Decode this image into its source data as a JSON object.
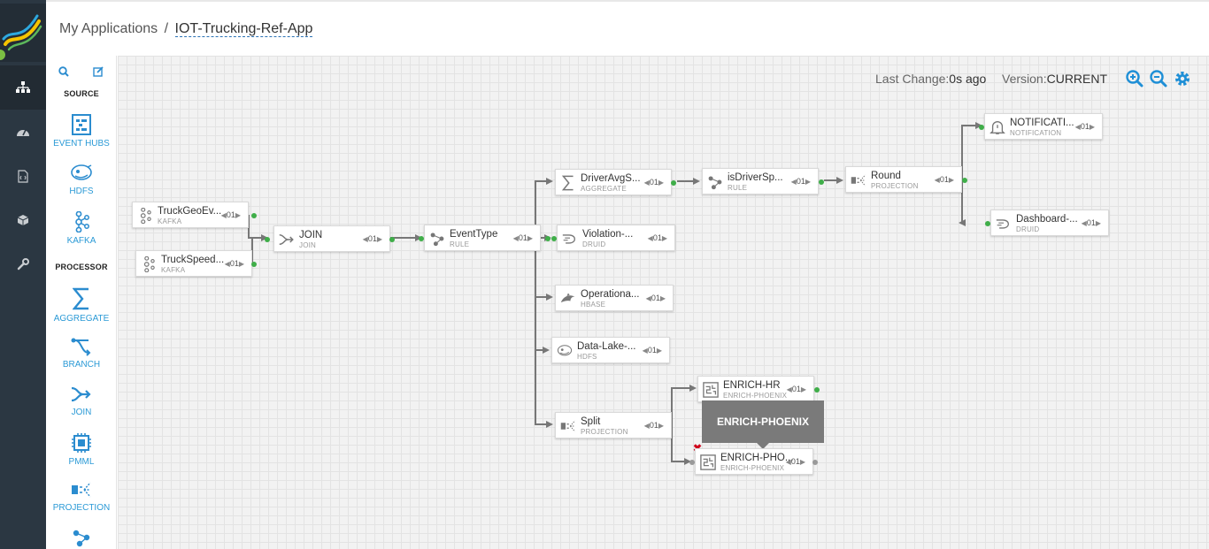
{
  "header": {
    "breadcrumb_root": "My Applications",
    "separator": "/",
    "app_name": "IOT-Trucking-Ref-App"
  },
  "canvas": {
    "last_change_label": "Last Change:",
    "last_change_value": "0s ago",
    "version_label": "Version:",
    "version_value": "CURRENT"
  },
  "palette": {
    "source_title": "SOURCE",
    "processor_title": "PROCESSOR",
    "sources": [
      {
        "label": "EVENT HUBS",
        "icon": "event-hubs-icon"
      },
      {
        "label": "HDFS",
        "icon": "hdfs-icon"
      },
      {
        "label": "KAFKA",
        "icon": "kafka-icon"
      }
    ],
    "processors": [
      {
        "label": "AGGREGATE",
        "icon": "aggregate-icon"
      },
      {
        "label": "BRANCH",
        "icon": "branch-icon"
      },
      {
        "label": "JOIN",
        "icon": "join-icon"
      },
      {
        "label": "PMML",
        "icon": "pmml-icon"
      },
      {
        "label": "PROJECTION",
        "icon": "projection-icon"
      }
    ]
  },
  "nodes": {
    "truckgeo": {
      "title": "TruckGeoEv...",
      "type": "KAFKA",
      "par": "01"
    },
    "truckspeed": {
      "title": "TruckSpeed...",
      "type": "KAFKA",
      "par": "01"
    },
    "join": {
      "title": "JOIN",
      "type": "JOIN",
      "par": "01"
    },
    "eventtype": {
      "title": "EventType",
      "type": "RULE",
      "par": "01"
    },
    "driveravg": {
      "title": "DriverAvgS...",
      "type": "AGGREGATE",
      "par": "01"
    },
    "violation": {
      "title": "Violation-...",
      "type": "DRUID",
      "par": "01"
    },
    "operational": {
      "title": "Operationa...",
      "type": "HBASE",
      "par": "01"
    },
    "datalake": {
      "title": "Data-Lake-...",
      "type": "HDFS",
      "par": "01"
    },
    "split": {
      "title": "Split",
      "type": "PROJECTION",
      "par": "01"
    },
    "isdriver": {
      "title": "isDriverSp...",
      "type": "RULE",
      "par": "01"
    },
    "round": {
      "title": "Round",
      "type": "PROJECTION",
      "par": "01"
    },
    "notification": {
      "title": "NOTIFICATI...",
      "type": "NOTIFICATION",
      "par": "01"
    },
    "dashboard": {
      "title": "Dashboard-...",
      "type": "DRUID",
      "par": "01"
    },
    "enrichhr": {
      "title": "ENRICH-HR",
      "type": "ENRICH-PHOENIX",
      "par": "01"
    },
    "enrichpho": {
      "title": "ENRICH-PHO...",
      "type": "ENRICH-PHOENIX",
      "par": "01"
    }
  },
  "tooltip": {
    "text": "ENRICH-PHOENIX"
  },
  "colors": {
    "accent": "#2b9ad6",
    "nav_bg": "#2b3742",
    "port_green": "#3fae49"
  }
}
